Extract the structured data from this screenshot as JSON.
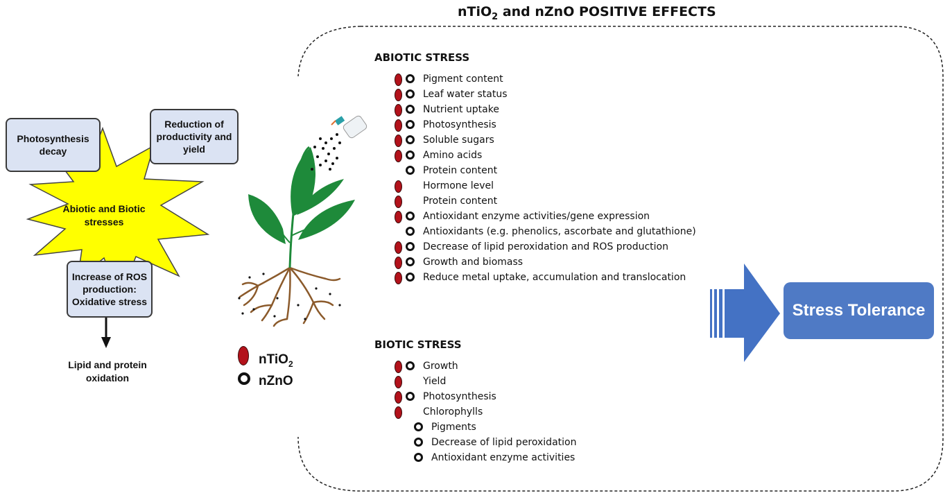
{
  "title": {
    "prefix": "nTiO",
    "sub1": "2",
    "mid": " and nZnO POSITIVE EFFECTS"
  },
  "left": {
    "star_label": "Abiotic and Biotic stresses",
    "callout_photo": "Photosynthesis decay",
    "callout_prod": "Reduction of productivity and yield",
    "callout_ros": "Increase of ROS production: Oxidative stress",
    "result_text": "Lipid and protein oxidation"
  },
  "legend": {
    "tio2_prefix": "nTiO",
    "tio2_sub": "2",
    "zno": "nZnO"
  },
  "abiotic": {
    "heading": "ABIOTIC STRESS",
    "items": [
      {
        "label": "Pigment content",
        "tio2": true,
        "zno": true
      },
      {
        "label": "Leaf water status",
        "tio2": true,
        "zno": true
      },
      {
        "label": "Nutrient uptake",
        "tio2": true,
        "zno": true
      },
      {
        "label": "Photosynthesis",
        "tio2": true,
        "zno": true
      },
      {
        "label": "Soluble sugars",
        "tio2": true,
        "zno": true
      },
      {
        "label": "Amino acids",
        "tio2": true,
        "zno": true
      },
      {
        "label": "Protein content",
        "tio2": false,
        "zno": true
      },
      {
        "label": "Hormone level",
        "tio2": true,
        "zno": false
      },
      {
        "label": "Protein content",
        "tio2": true,
        "zno": false
      },
      {
        "label": "Antioxidant enzyme activities/gene expression",
        "tio2": true,
        "zno": true
      },
      {
        "label": "Antioxidants (e.g. phenolics, ascorbate and glutathione)",
        "tio2": false,
        "zno": true
      },
      {
        "label": "Decrease of lipid peroxidation and ROS production",
        "tio2": true,
        "zno": true
      },
      {
        "label": "Growth and biomass",
        "tio2": true,
        "zno": true
      },
      {
        "label": "Reduce metal uptake, accumulation and translocation",
        "tio2": true,
        "zno": true
      }
    ]
  },
  "biotic": {
    "heading": "BIOTIC STRESS",
    "items": [
      {
        "label": "Growth",
        "tio2": true,
        "zno": true
      },
      {
        "label": "Yield",
        "tio2": true,
        "zno": false
      },
      {
        "label": "Photosynthesis",
        "tio2": true,
        "zno": true
      },
      {
        "label": "Chlorophylls",
        "tio2": true,
        "zno": false
      },
      {
        "label": "Pigments",
        "tio2": false,
        "zno": true,
        "shift": true
      },
      {
        "label": "Decrease of lipid peroxidation",
        "tio2": false,
        "zno": true,
        "shift": true
      },
      {
        "label": "Antioxidant enzyme activities",
        "tio2": false,
        "zno": true,
        "shift": true
      }
    ]
  },
  "result": {
    "label": "Stress Tolerance"
  },
  "colors": {
    "star": "#ffff00",
    "callout": "#dbe3f3",
    "arrow": "#4472c4",
    "result_box": "#4f7ac5",
    "tio2": "#b3121b",
    "leaf": "#1e8a3a",
    "root": "#8b5a2b"
  }
}
